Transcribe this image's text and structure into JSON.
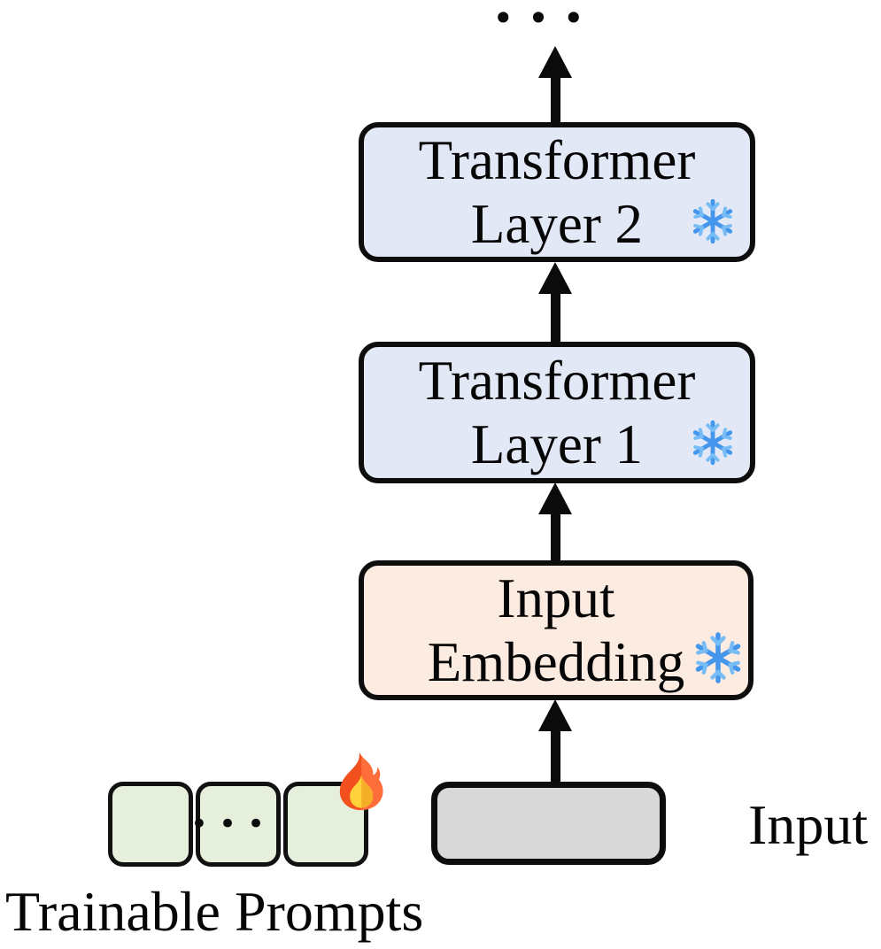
{
  "nodes": {
    "output_ellipsis": "•••",
    "transformer_layer_2": {
      "line1": "Transformer",
      "line2": "Layer 2"
    },
    "transformer_layer_1": {
      "line1": "Transformer",
      "line2": "Layer 1"
    },
    "input_embedding": {
      "line1": "Input",
      "line2": "Embedding"
    },
    "input": {
      "label": "Input"
    },
    "trainable_prompts": {
      "ellipsis": "•••",
      "label": "Trainable Prompts"
    }
  },
  "icons": {
    "snowflake": {
      "name": "snowflake-icon",
      "color_main": "#4496ec",
      "color_light": "#77bcf4"
    },
    "fire": {
      "name": "fire-icon",
      "outer_left": "#f2501e",
      "outer_right": "#ff6d3b",
      "inner_left": "#ffd23b",
      "inner_right": "#f7ae27"
    }
  },
  "colors": {
    "transformer_fill": "#e2e8f6",
    "embedding_fill": "#fcebe1",
    "input_fill": "#d9d9d9",
    "prompt_fill": "#e6efdc",
    "border": "#0d0d0d",
    "arrow": "#0b0b0b"
  }
}
